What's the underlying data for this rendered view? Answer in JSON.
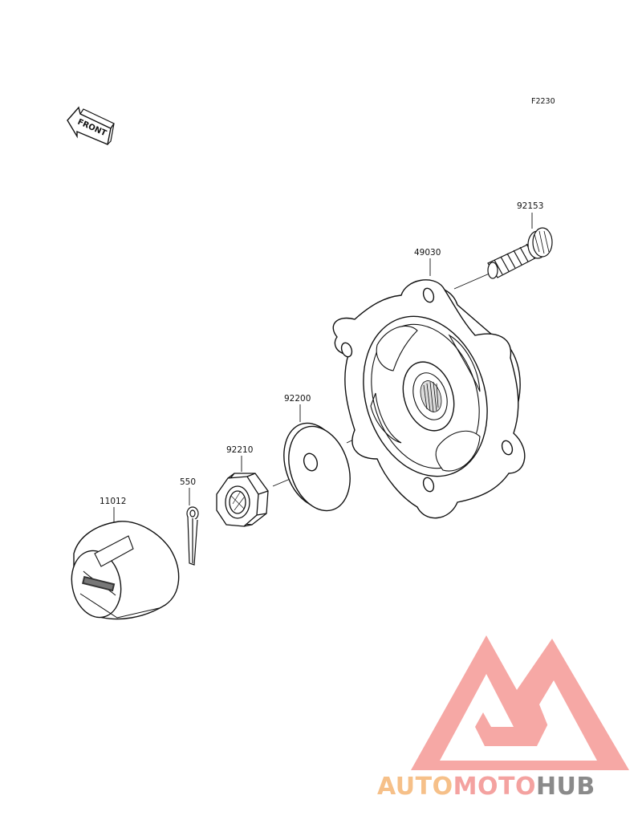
{
  "diagram": {
    "ref_code": "F2230",
    "front_label": "FRONT",
    "parts": [
      {
        "id": "92153",
        "label": "92153"
      },
      {
        "id": "49030",
        "label": "49030"
      },
      {
        "id": "92200",
        "label": "92200"
      },
      {
        "id": "92210",
        "label": "92210"
      },
      {
        "id": "550",
        "label": "550"
      },
      {
        "id": "11012",
        "label": "11012"
      }
    ]
  },
  "watermark": {
    "part1": "AUTO",
    "part2": "MOTO",
    "part3": "HUB",
    "colors": {
      "auto": "#f6c089",
      "moto": "#f4a2a0",
      "hub": "#8a8a8a",
      "logo": "#f28f8a"
    }
  }
}
